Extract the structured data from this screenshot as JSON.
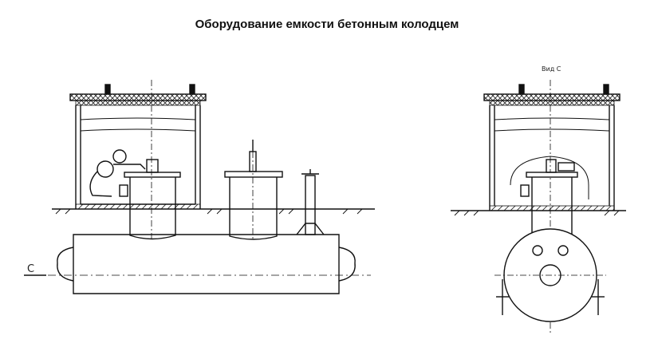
{
  "title": "Оборудование емкости бетонным колодцем",
  "labels": {
    "section_marker": "С",
    "view_label": "Вид С"
  }
}
